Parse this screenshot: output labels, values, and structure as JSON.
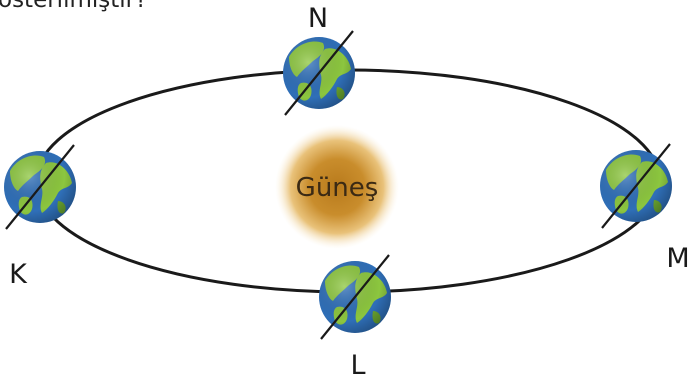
{
  "heading_text": "österilmiştir?",
  "sun": {
    "label": "Güneş"
  },
  "positions": [
    {
      "id": "N",
      "label": "N"
    },
    {
      "id": "K",
      "label": "K"
    },
    {
      "id": "L",
      "label": "L"
    },
    {
      "id": "M",
      "label": "M"
    }
  ],
  "colors": {
    "orbit": "#1a1a1a",
    "ocean": "#2f6fb8",
    "land": "#8cc63f",
    "axis": "#1a1a1a",
    "sun_core": "#b87a1c",
    "sun_glow": "#f7e3b8"
  }
}
